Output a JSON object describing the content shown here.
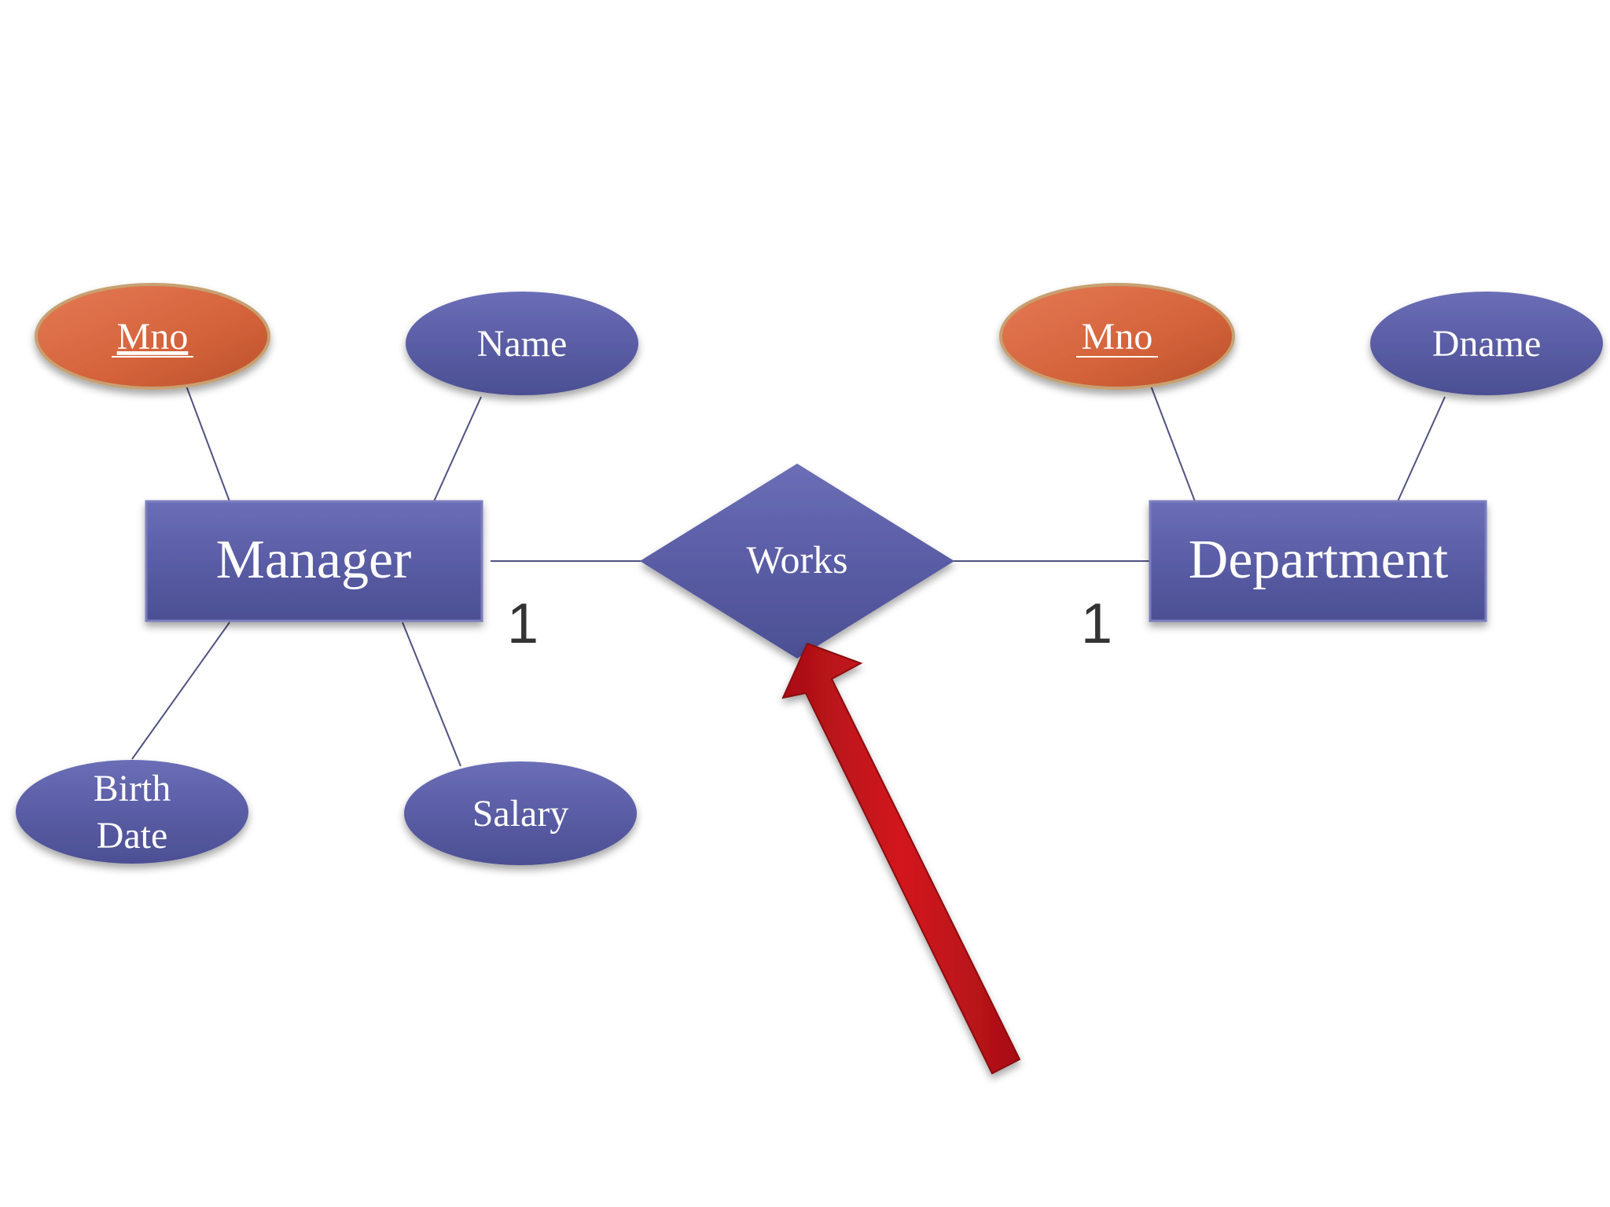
{
  "diagram": {
    "colors": {
      "entity_fill": "#5b5ea6",
      "attribute_fill": "#55579a",
      "key_attribute_fill": "#d9663f",
      "relationship_fill": "#5b5ea6",
      "connector": "#4f527f",
      "arrow": "#c0141b",
      "cardinality_text": "#333333"
    },
    "entities": {
      "manager": {
        "label": "Manager"
      },
      "department": {
        "label": "Department"
      }
    },
    "relationship": {
      "label": "Works"
    },
    "attributes": {
      "manager_mno": {
        "label": "Mno",
        "is_key": true
      },
      "manager_name": {
        "label": "Name",
        "is_key": false
      },
      "manager_birth_date": {
        "label_line1": "Birth",
        "label_line2": "Date",
        "is_key": false
      },
      "manager_salary": {
        "label": "Salary",
        "is_key": false
      },
      "department_mno": {
        "label": "Mno",
        "is_key": true
      },
      "department_dname": {
        "label": "Dname",
        "is_key": false
      }
    },
    "cardinalities": {
      "manager_side": "1",
      "department_side": "1"
    },
    "pointer_arrow": {
      "target": "relationship",
      "icon": "red-arrow-icon"
    }
  }
}
